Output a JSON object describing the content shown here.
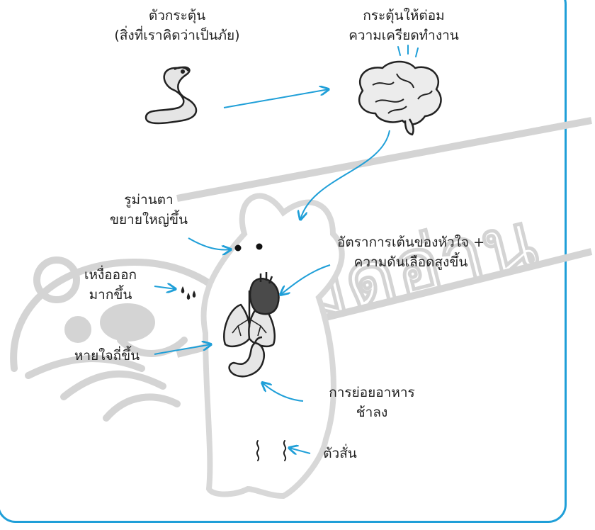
{
  "labels": {
    "trigger": {
      "line1": "ตัวกระตุ้น",
      "line2": "(สิ่งที่เราคิดว่าเป็นภัย)"
    },
    "brain": {
      "line1": "กระตุ้นให้ต่อม",
      "line2": "ความเครียดทำงาน"
    },
    "pupils": {
      "line1": "รูม่านตา",
      "line2": "ขยายใหญ่ขึ้น"
    },
    "heart": {
      "line1": "อัตราการเต้นของหัวใจ +",
      "line2": "ความดันเลือดสูงขึ้น"
    },
    "sweat": {
      "line1": "เหงื่อออก",
      "line2": "มากขึ้น"
    },
    "breath": {
      "line1": "หายใจถี่ขึ้น"
    },
    "digestion": {
      "line1": "การย่อยอาหาร",
      "line2": "ช้าลง"
    },
    "shiver": {
      "line1": "ตัวสั่น"
    }
  },
  "watermark": "หมดอ่าน",
  "colors": {
    "accent": "#1f9fd8",
    "watermark": "#cfcfcf",
    "organ_fill": "#e8e8e8",
    "heart_fill": "#4a4a4a",
    "text": "#222222"
  },
  "icons": [
    "snake-icon",
    "brain-icon",
    "heart-icon",
    "lungs-icon",
    "stomach-icon",
    "sweat-drops-icon",
    "eyes-icon",
    "shiver-icon"
  ]
}
